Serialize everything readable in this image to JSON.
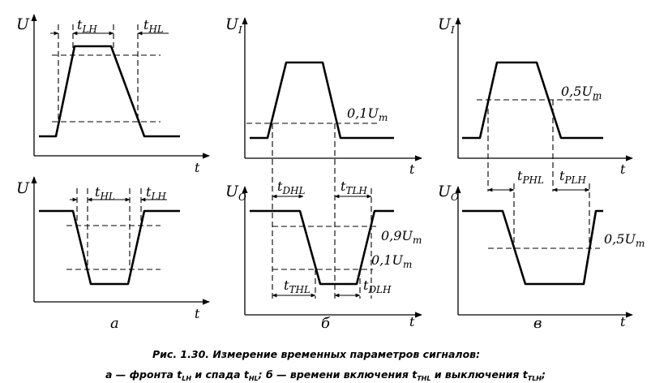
{
  "panel_a": {
    "top_axis": "U",
    "bottom_axis": "U",
    "time_axis": "t",
    "t_lh_main": "t",
    "t_lh_sub": "LH",
    "t_hl_main": "t",
    "t_hl_sub": "HL",
    "letter": "а"
  },
  "panel_b": {
    "top_axis_main": "U",
    "top_axis_sub": "I",
    "bottom_axis_main": "U",
    "bottom_axis_sub": "O",
    "time_axis": "t",
    "level_01_top": "0,1U",
    "level_01_top_sub": "m",
    "level_09": "0,9U",
    "level_09_sub": "m",
    "level_01_bottom": "0,1U",
    "level_01_bottom_sub": "m",
    "t_dhl_main": "t",
    "t_dhl_sub": "DHL",
    "t_tlh_main": "t",
    "t_tlh_sub": "TLH",
    "t_thl_main": "t",
    "t_thl_sub": "THL",
    "t_dlh_main": "t",
    "t_dlh_sub": "DLH",
    "letter": "б"
  },
  "panel_c": {
    "top_axis_main": "U",
    "top_axis_sub": "I",
    "bottom_axis_main": "U",
    "bottom_axis_sub": "O",
    "time_axis": "t",
    "level_05_top": "0,5U",
    "level_05_top_sub": "m",
    "level_05_bottom": "0,5U",
    "level_05_bottom_sub": "m",
    "t_phl_main": "t",
    "t_phl_sub": "PHL",
    "t_plh_main": "t",
    "t_plh_sub": "PLH",
    "letter": "в"
  },
  "caption": {
    "line1": "Рис. 1.30. Измерение временных параметров сигналов:",
    "line2_a": "а — фронта t",
    "line2_a_sub": "LH",
    "line2_b": " и спада t",
    "line2_b_sub": "HL",
    "line2_c": "; б — времени включения t",
    "line2_c_sub": "THL",
    "line2_d": " и выключения t",
    "line2_d_sub": "TLH",
    "line2_e": ";"
  }
}
